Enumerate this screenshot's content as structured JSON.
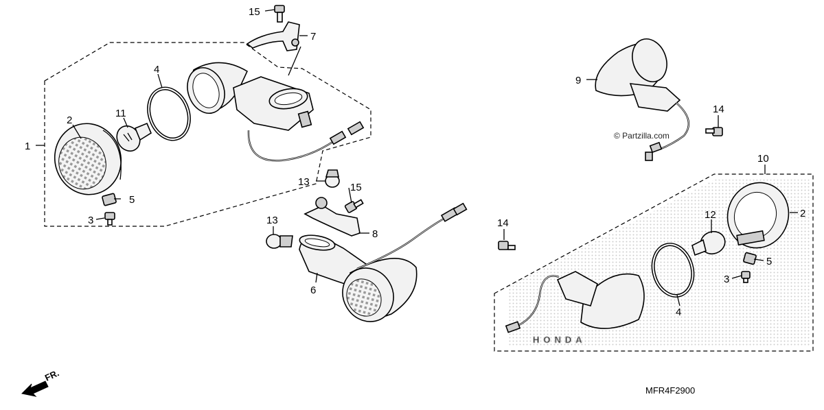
{
  "diagram": {
    "callouts": {
      "c1": "1",
      "c2_left": "2",
      "c3_left": "3",
      "c4_left": "4",
      "c5_left": "5",
      "c6": "6",
      "c7": "7",
      "c8": "8",
      "c9": "9",
      "c10": "10",
      "c11": "11",
      "c12": "12",
      "c13_top": "13",
      "c13_bottom": "13",
      "c14_top": "14",
      "c14_left": "14",
      "c15_top": "15",
      "c15_mid": "15",
      "c2_right": "2",
      "c3_right": "3",
      "c4_right": "4",
      "c5_right": "5"
    },
    "watermark": "© Partzilla.com",
    "brand_watermark": "HONDA",
    "direction_label": "FR.",
    "diagram_code": "MFR4F2900"
  }
}
